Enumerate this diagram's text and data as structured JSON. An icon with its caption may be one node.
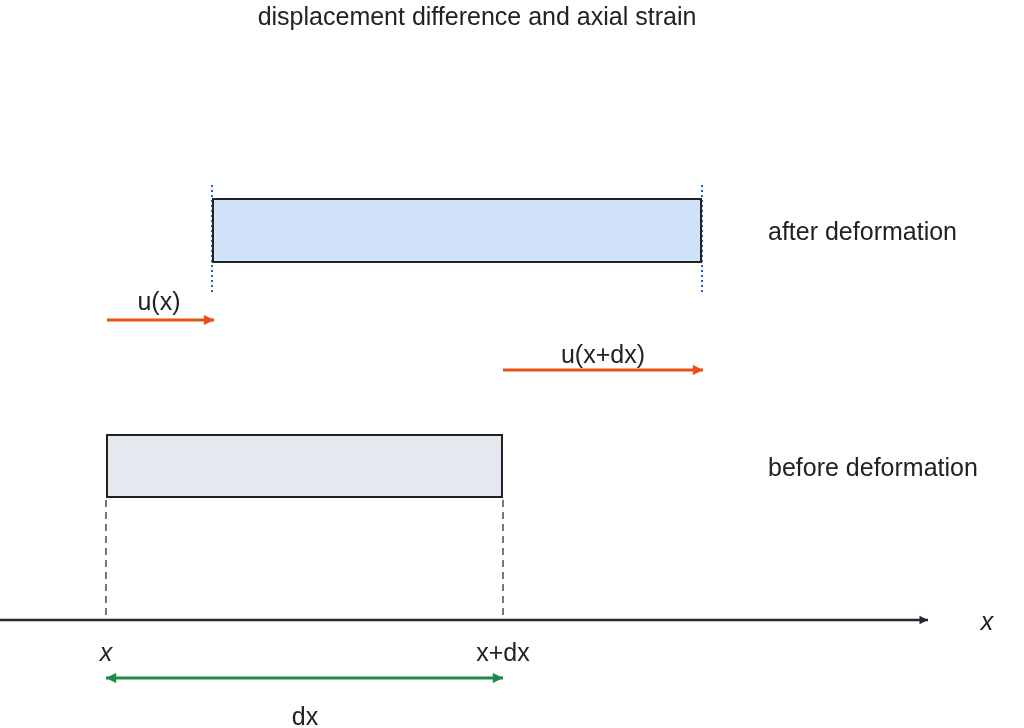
{
  "diagram": {
    "title": "displacement difference and axial strain",
    "nodes": [
      {
        "text": [],
        "shape": "bar"
      },
      {
        "text": [],
        "shape": "bar"
      }
    ],
    "labels": [
      "after deformation",
      "u(x)",
      "u(x+dx)",
      "before deformation",
      "x",
      "x",
      "x+dx",
      "dx"
    ]
  }
}
